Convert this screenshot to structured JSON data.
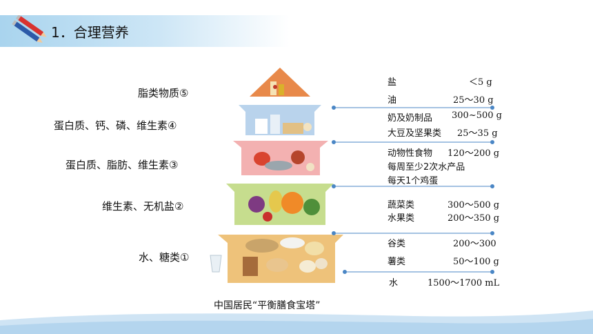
{
  "header": {
    "title": "1．合理营养"
  },
  "pyramid": {
    "levels_left": [
      {
        "label": "脂类物质⑤"
      },
      {
        "label": "蛋白质、钙、磷、维生素④"
      },
      {
        "label": "蛋白质、脂肪、维生素③"
      },
      {
        "label": "维生素、无机盐②"
      },
      {
        "label": "水、糖类①"
      }
    ],
    "right_items": [
      {
        "name": "盐",
        "amount": "＜5 g"
      },
      {
        "name": "油",
        "amount": "25～30 g"
      },
      {
        "name": "奶及奶制品",
        "amount": "300~500 g"
      },
      {
        "name": "大豆及坚果类",
        "amount": "25～35 g"
      },
      {
        "name": "动物性食物",
        "amount": "120～200 g"
      },
      {
        "name": "每周至少2次水产品",
        "amount": ""
      },
      {
        "name": "每天1个鸡蛋",
        "amount": ""
      },
      {
        "name": "蔬菜类",
        "amount": "300～500 g"
      },
      {
        "name": "水果类",
        "amount": "200～350 g"
      },
      {
        "name": "谷类",
        "amount": "200～300"
      },
      {
        "name": "薯类",
        "amount": "50～100 g"
      },
      {
        "name": "水",
        "amount": "1500～1700 mL"
      }
    ],
    "caption": "中国居民“平衡膳食宝塔”",
    "colors": {
      "level5": "#e8894a",
      "level4": "#b9d3ec",
      "level3": "#f3b1b1",
      "level2": "#c6dd8e",
      "level1": "#eec27a",
      "line": "#4a86c5"
    }
  }
}
